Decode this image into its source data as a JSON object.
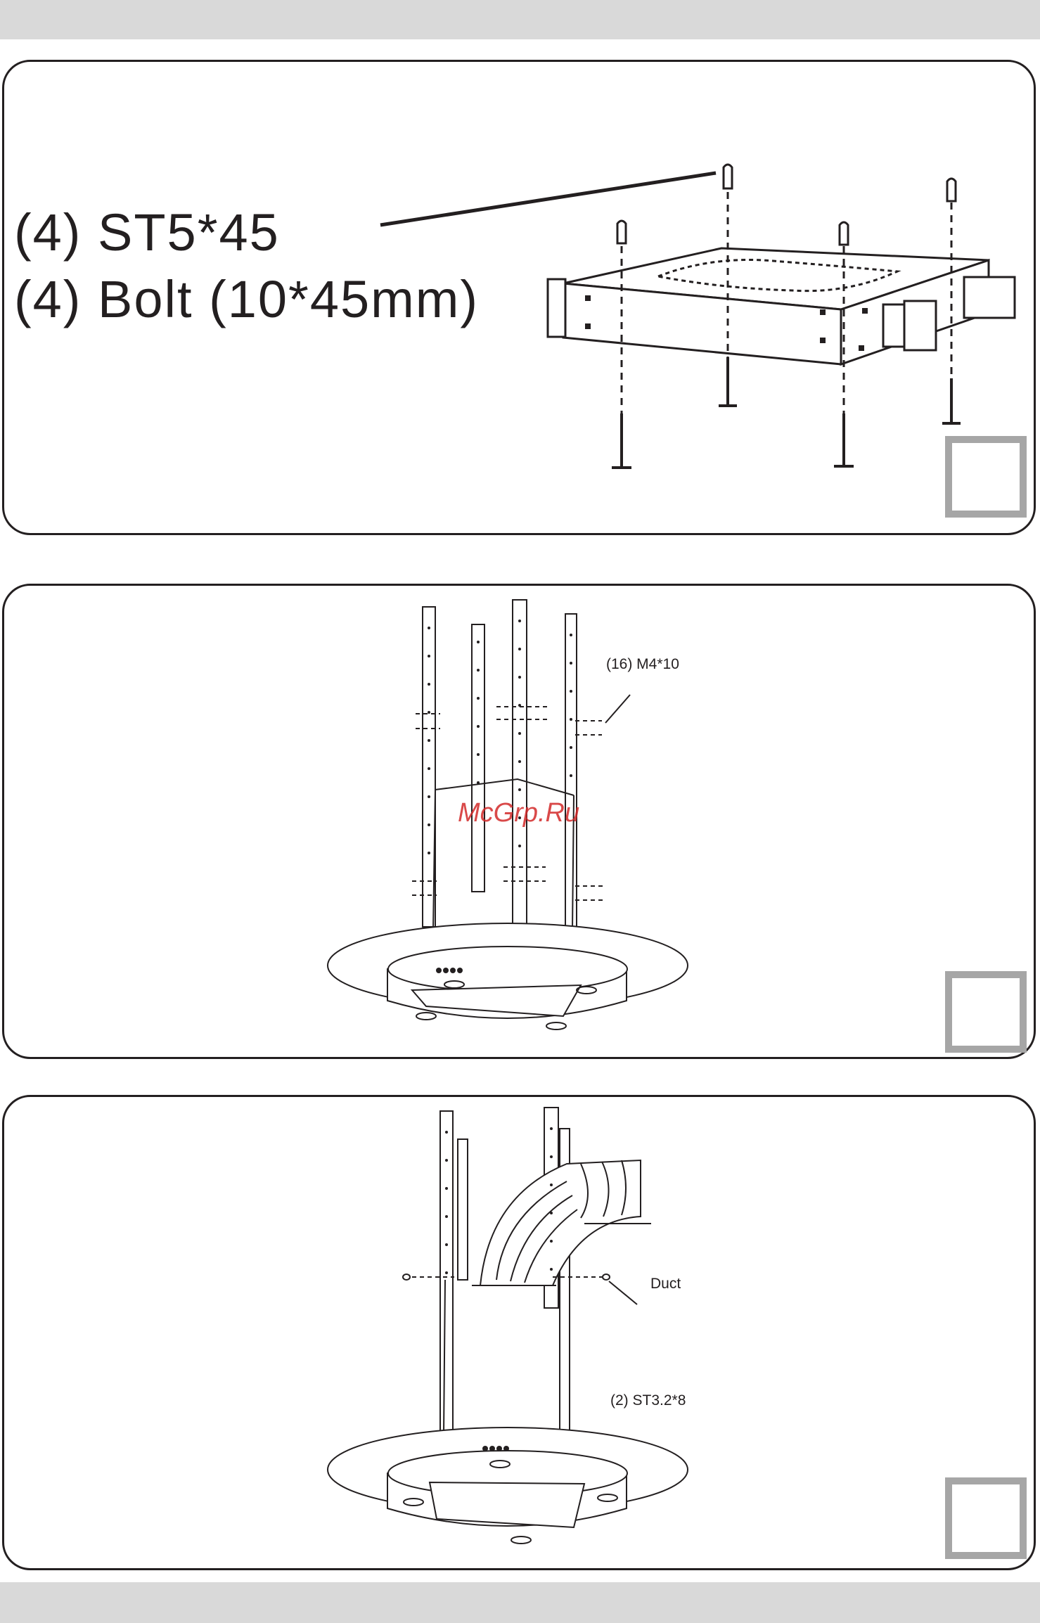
{
  "steps": [
    {
      "parts": [
        "(4) ST5*45",
        "(4) Bolt (10*45mm)"
      ]
    },
    {
      "callouts": [
        "(16) M4*10"
      ],
      "watermark": "McGrp.Ru"
    },
    {
      "callouts": [
        "Duct",
        "(2) ST3.2*8"
      ]
    }
  ]
}
